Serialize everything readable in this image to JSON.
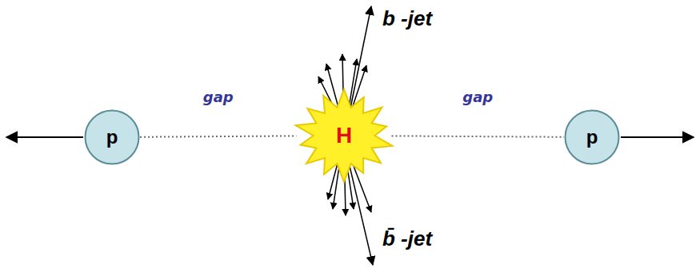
{
  "diagram": {
    "nodes": [
      {
        "text": [
          "p"
        ]
      },
      {
        "text": [
          "H"
        ]
      },
      {
        "text": [
          "p"
        ]
      }
    ],
    "edges": [
      {
        "from": 0,
        "to": 1,
        "label": "gap",
        "arrow": "none"
      },
      {
        "from": 1,
        "to": 2,
        "label": "gap",
        "arrow": "none"
      }
    ],
    "labels": [
      "b -jet",
      "b̄ -jet"
    ]
  }
}
